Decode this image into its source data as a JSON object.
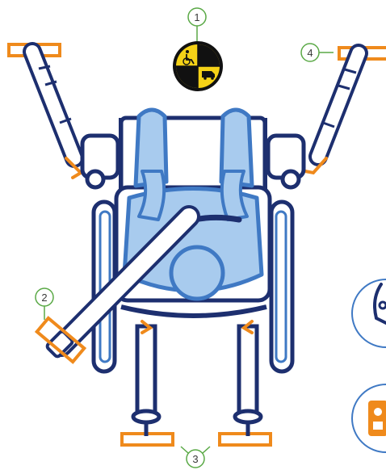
{
  "callouts": [
    {
      "label": "1"
    },
    {
      "label": "2"
    },
    {
      "label": "3"
    },
    {
      "label": "4"
    }
  ],
  "colors": {
    "navy": "#1d2f6f",
    "blue": "#3f79c4",
    "light_blue": "#a8cbee",
    "orange": "#ef8a1c",
    "green": "#5aa946",
    "yellow": "#f5d217",
    "black": "#111111",
    "text": "#3a3a3a"
  },
  "icons": {
    "center_badge": "wheelchair-vehicle-crash-test-icon",
    "side_icon_top": "person-seated-icon",
    "side_icon_bottom": "seat-belt-buckle-icon"
  }
}
